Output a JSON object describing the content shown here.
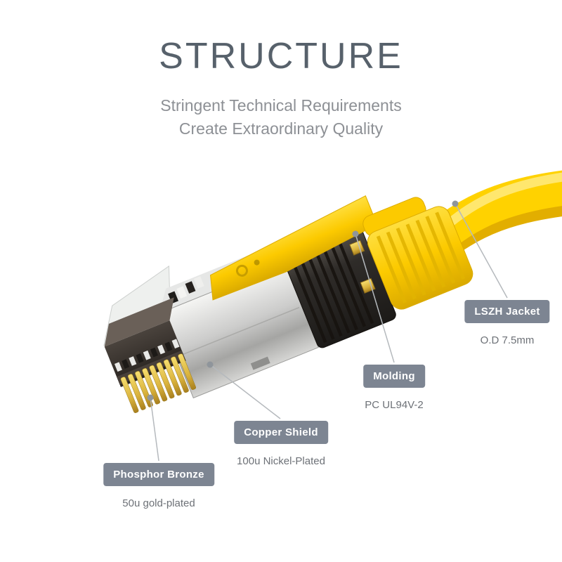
{
  "page": {
    "title": "STRUCTURE",
    "subtitle_line1": "Stringent Technical Requirements",
    "subtitle_line2": "Create Extraordinary Quality"
  },
  "callouts": {
    "lszh_jacket": {
      "label": "LSZH Jacket",
      "detail": "O.D 7.5mm"
    },
    "molding": {
      "label": "Molding",
      "detail": "PC UL94V-2"
    },
    "copper_shield": {
      "label": "Copper Shield",
      "detail": "100u Nickel-Plated"
    },
    "phosphor_bronze": {
      "label": "Phosphor Bronze",
      "detail": "50u gold-plated"
    }
  },
  "colors": {
    "title_text": "#57616b",
    "subtitle_text": "#8d9095",
    "badge_background": "#7d8592",
    "badge_text": "#ffffff",
    "detail_text": "#6d7177",
    "cable_yellow": "#ffd200",
    "boot_yellow": "#fcca00",
    "shield_silver": "#c9c9c7",
    "molding_black": "#2f2c29",
    "pin_gold": "#d9b23c",
    "leader_line": "#b5b9bd",
    "leader_dot": "#8f959b"
  },
  "illustration": {
    "name": "rj45-cat8-connector-exploded-view"
  }
}
